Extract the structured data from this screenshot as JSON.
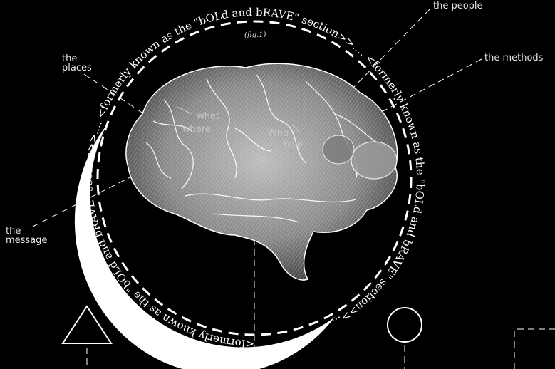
{
  "figure_caption": "(fig.1)",
  "ring_text": "<formerly known as the \"bOLd and bRAVE\" section>>.... <formerly known as the \"bOLd and bRAVE\" section>>.... <formerly known as the \"bOLd and bRAVE\" section>>....",
  "callouts": {
    "people": "the people",
    "methods": "the methods",
    "places": "the\nplaces",
    "message": "the\nmessage"
  },
  "brain_words": {
    "what": "what",
    "where": "where",
    "who": "Who",
    "how": "how"
  },
  "colors": {
    "background": "#000000",
    "foreground": "#ffffff"
  },
  "icons": [
    "triangle-icon",
    "circle-icon",
    "brain-illustration"
  ]
}
